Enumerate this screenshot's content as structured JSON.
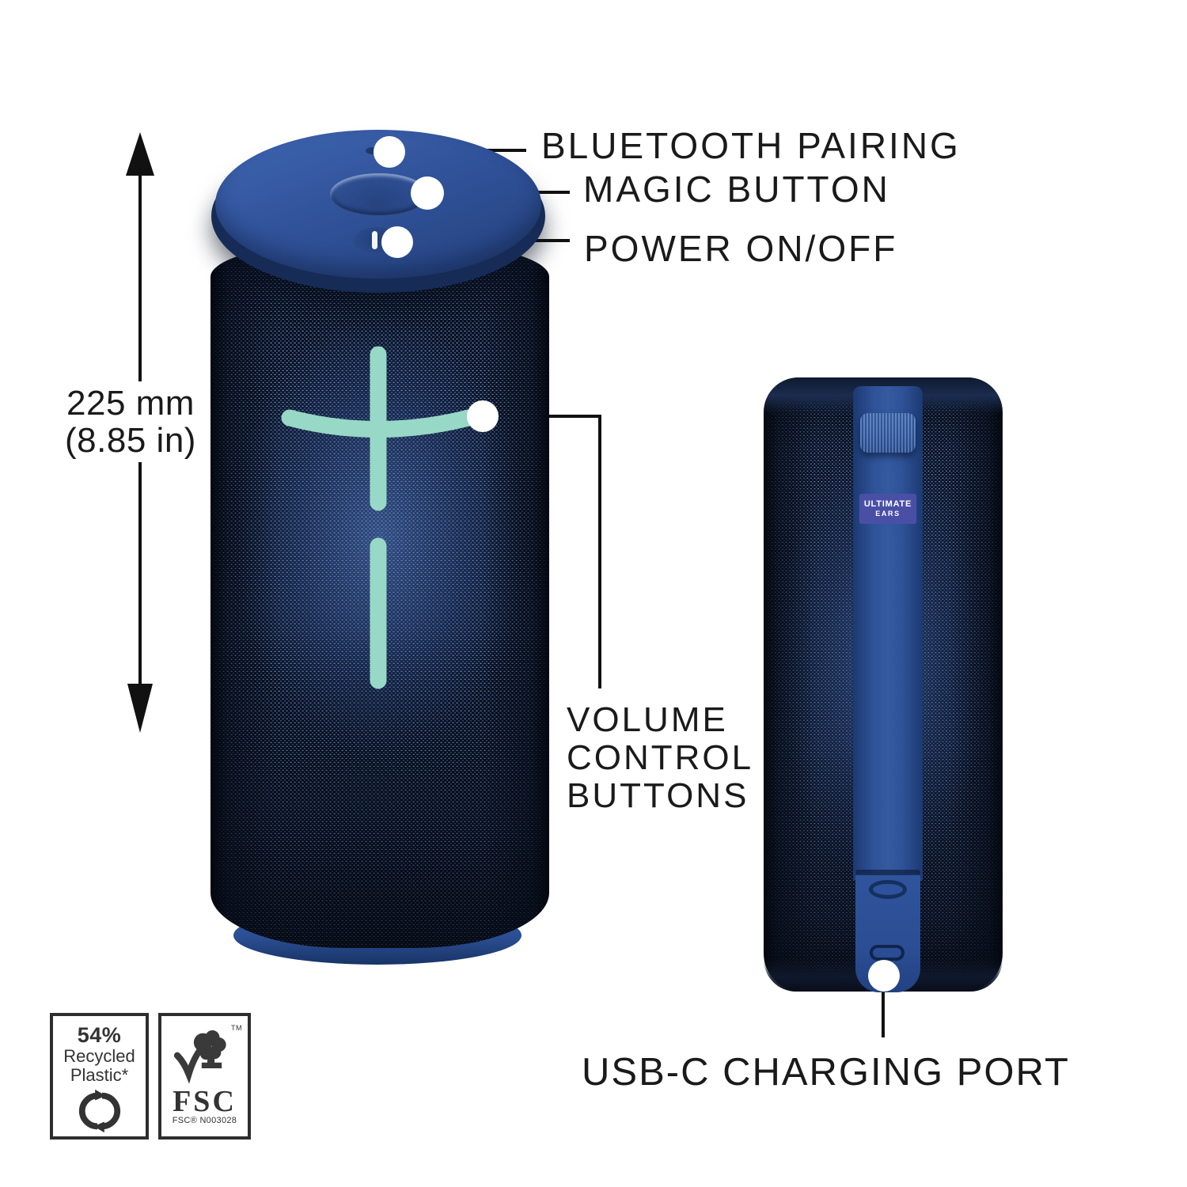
{
  "callouts": {
    "bluetooth": {
      "label": "BLUETOOTH PAIRING"
    },
    "magic": {
      "label": "MAGIC BUTTON"
    },
    "power": {
      "label": "POWER ON/OFF"
    },
    "volume": {
      "label_lines": [
        "VOLUME",
        "CONTROL",
        "BUTTONS"
      ]
    },
    "usb": {
      "label": "USB-C CHARGING PORT"
    }
  },
  "dimension": {
    "height_metric": "225 mm",
    "height_imperial": "(8.85 in)"
  },
  "speaker_back_badge": {
    "brand_top": "ULTIMATE",
    "brand_bottom": "EARS"
  },
  "eco_badges": {
    "recycled": {
      "percent": "54%",
      "text_line1": "Recycled",
      "text_line2": "Plastic*"
    },
    "fsc": {
      "trademark": "TM",
      "acronym": "FSC",
      "license": "FSC® N003028"
    }
  },
  "colors": {
    "speaker_cap_blue": "#31539b",
    "mesh_dark_navy": "#0a1120",
    "mesh_sheen_blue": "#4a6fb5",
    "volume_mint": "#98d8c6",
    "brand_badge_purple": "#4a4fa6",
    "label_text": "#1a1a1a",
    "callout_dot": "#ffffff"
  }
}
